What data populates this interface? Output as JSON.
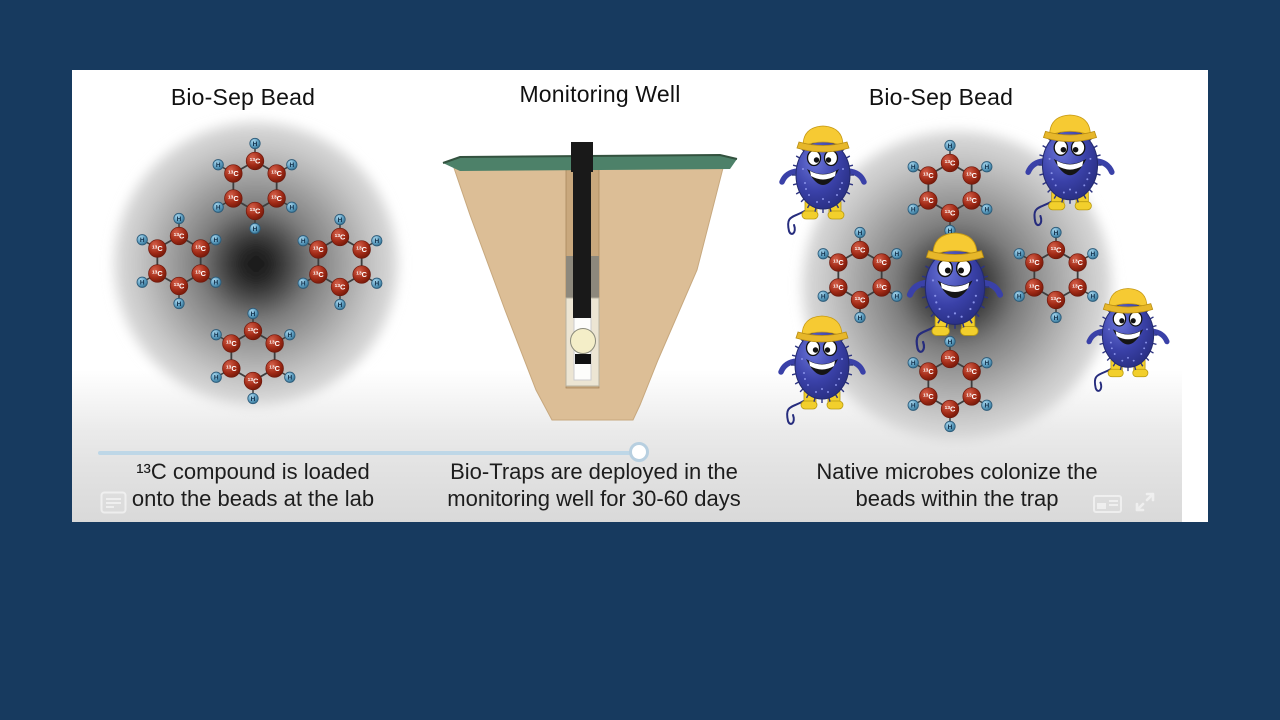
{
  "window": {
    "background": "#173a5f"
  },
  "slide": {
    "background": "#ffffff",
    "caption_strip_color": "#dedede"
  },
  "panels": [
    {
      "title": "Bio-Sep Bead",
      "caption": [
        "¹³C compound is loaded",
        "onto the beads at the lab"
      ]
    },
    {
      "title": "Monitoring Well",
      "caption": [
        "Bio-Traps are deployed in the",
        "monitoring well for 30-60 days"
      ]
    },
    {
      "title": "Bio-Sep Bead",
      "caption": [
        "Native microbes colonize the",
        "beads within the trap"
      ]
    }
  ],
  "molecule": {
    "carbon_mass": "13",
    "carbon_symbol": "C",
    "hydrogen_label": "H",
    "carbon_color": "#a22b17",
    "hydrogen_color": "#5d9dc0",
    "bond_color": "#3d3d3d"
  },
  "bead": {
    "edge_color": "#dcdcdc",
    "core_color": "#111111"
  },
  "microbe": {
    "body_color": "#3a41a8",
    "body_dark": "#262c7d",
    "hat_color": "#f6ca33",
    "boot_color": "#f2cf2c"
  },
  "well": {
    "grass_color": "#4d8169",
    "grass_edge_color": "#33523f",
    "soil_color": "#dcbe96",
    "casing_color": "#c9a87d",
    "gravel_color": "#8d887c",
    "chamber_color": "#ece5d3",
    "inner_color": "#fdfdfb",
    "bead_color": "#f4eec8",
    "pipe_color": "#191919"
  },
  "player": {
    "progress_color": "#bed7e7",
    "icons": [
      "playlist-icon",
      "mini-player-icon",
      "fullscreen-icon"
    ]
  }
}
